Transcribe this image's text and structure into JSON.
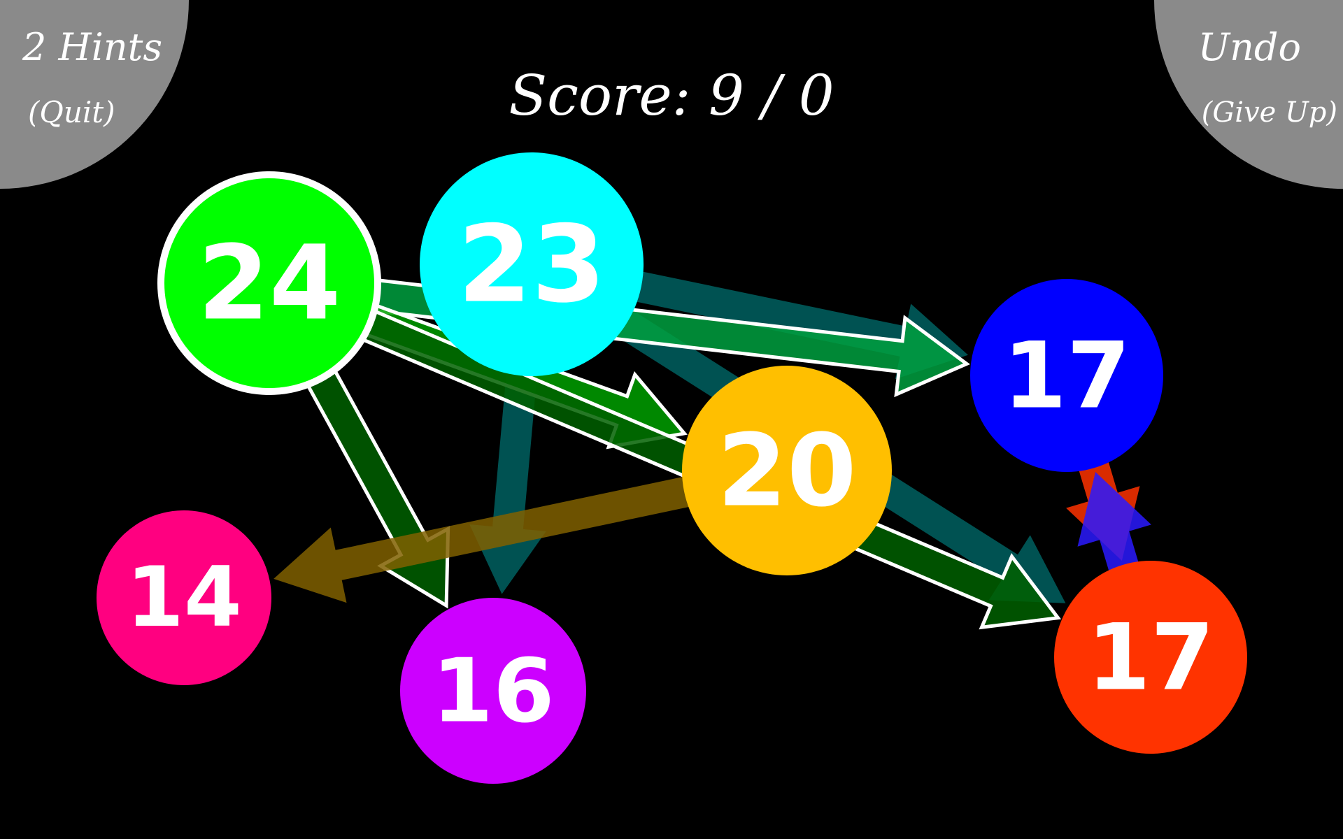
{
  "hud": {
    "hints_label": "2 Hints",
    "quit_label": "(Quit)",
    "undo_label": "Undo",
    "giveup_label": "(Give Up)",
    "score_text": "Score: 9 / 0"
  },
  "nodes": [
    {
      "id": "n24",
      "value": "24",
      "color": "#00ff00",
      "selected": true
    },
    {
      "id": "n23",
      "value": "23",
      "color": "#00ffff",
      "selected": false
    },
    {
      "id": "n17a",
      "value": "17",
      "color": "#0000ff",
      "selected": false
    },
    {
      "id": "n20",
      "value": "20",
      "color": "#ffbf00",
      "selected": false
    },
    {
      "id": "n14",
      "value": "14",
      "color": "#ff0080",
      "selected": false
    },
    {
      "id": "n16",
      "value": "16",
      "color": "#cc00ff",
      "selected": false
    },
    {
      "id": "n17b",
      "value": "17",
      "color": "#ff3300",
      "selected": false
    }
  ],
  "arrows": [
    {
      "from": "n23",
      "to": "n17a",
      "color": "#006060"
    },
    {
      "from": "n23",
      "to": "n17b",
      "color": "#006060"
    },
    {
      "from": "n23",
      "to": "n16",
      "color": "#006060"
    },
    {
      "from": "n24",
      "to": "n16",
      "color": "#006000"
    },
    {
      "from": "n24",
      "to": "n17a",
      "color": "#00a040"
    },
    {
      "from": "n24",
      "to": "n20",
      "color": "#00a000"
    },
    {
      "from": "n24",
      "to": "n17b",
      "color": "#006000"
    },
    {
      "from": "n20",
      "to": "n14",
      "color": "#806000"
    },
    {
      "from": "n17a",
      "to": "n17b",
      "color": "#ff3300"
    },
    {
      "from": "n17b",
      "to": "n17a",
      "color": "#2a1aff"
    }
  ]
}
